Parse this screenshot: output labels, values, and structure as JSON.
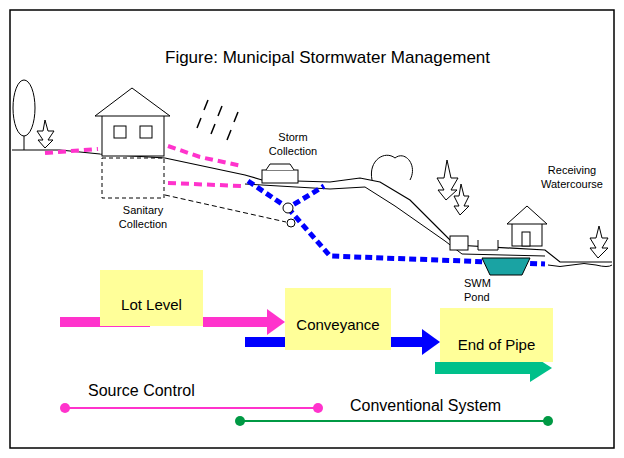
{
  "diagram": {
    "title": "Figure: Municipal Stormwater Management",
    "nodes": [
      {
        "text": [
          "Lot Level"
        ]
      },
      {
        "text": [
          "Conveyance"
        ]
      },
      {
        "text": [
          "End of Pipe"
        ]
      }
    ],
    "edges": [
      {
        "from": 0,
        "to": 1,
        "arrow": "to"
      },
      {
        "from": 1,
        "to": 2,
        "arrow": "to"
      }
    ],
    "labels": [
      "Storm Collection",
      "Sanitary Collection",
      "Receiving Watercourse",
      "SWM Pond",
      "Source Control",
      "Conventional System"
    ]
  }
}
